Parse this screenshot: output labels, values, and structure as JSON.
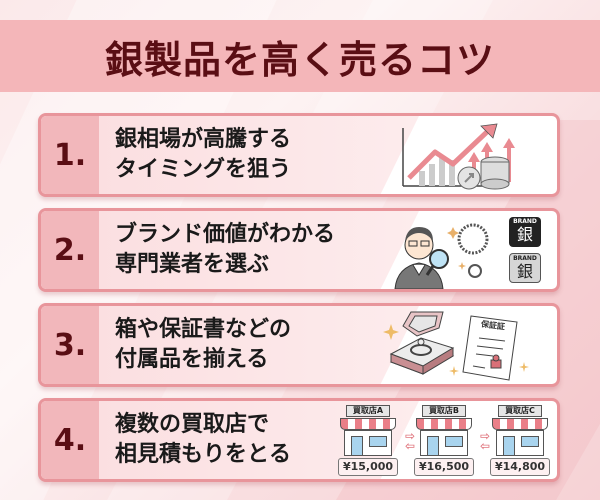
{
  "title": "銀製品を高く売るコツ",
  "steps": [
    {
      "number": "1.",
      "lines": [
        "銀相場が高騰する",
        "タイミングを狙う"
      ],
      "illustration": "rising-chart-with-silver-coins"
    },
    {
      "number": "2.",
      "lines": [
        "ブランド価値がわかる",
        "専門業者を選ぶ"
      ],
      "illustration": "appraiser-with-magnifier-and-jewelry",
      "badges": [
        {
          "top": "BRAND",
          "kanji": "銀",
          "style": "dark"
        },
        {
          "top": "BRAND",
          "kanji": "銀",
          "style": "light"
        }
      ]
    },
    {
      "number": "3.",
      "lines": [
        "箱や保証書などの",
        "付属品を揃える"
      ],
      "illustration": "ring-box-and-certificate",
      "certificate_label": "保証証"
    },
    {
      "number": "4.",
      "lines": [
        "複数の買取店で",
        "相見積もりをとる"
      ],
      "illustration": "three-shops-comparison",
      "shops": [
        {
          "name": "買取店A",
          "price": "¥15,000"
        },
        {
          "name": "買取店B",
          "price": "¥16,500"
        },
        {
          "name": "買取店C",
          "price": "¥14,800"
        }
      ]
    }
  ],
  "colors": {
    "title_band": "#f4b6b9",
    "title_text": "#5a0e14",
    "card_border": "#e8959b",
    "number_cell": "#f2b7bb",
    "accent_red": "#e07880"
  }
}
